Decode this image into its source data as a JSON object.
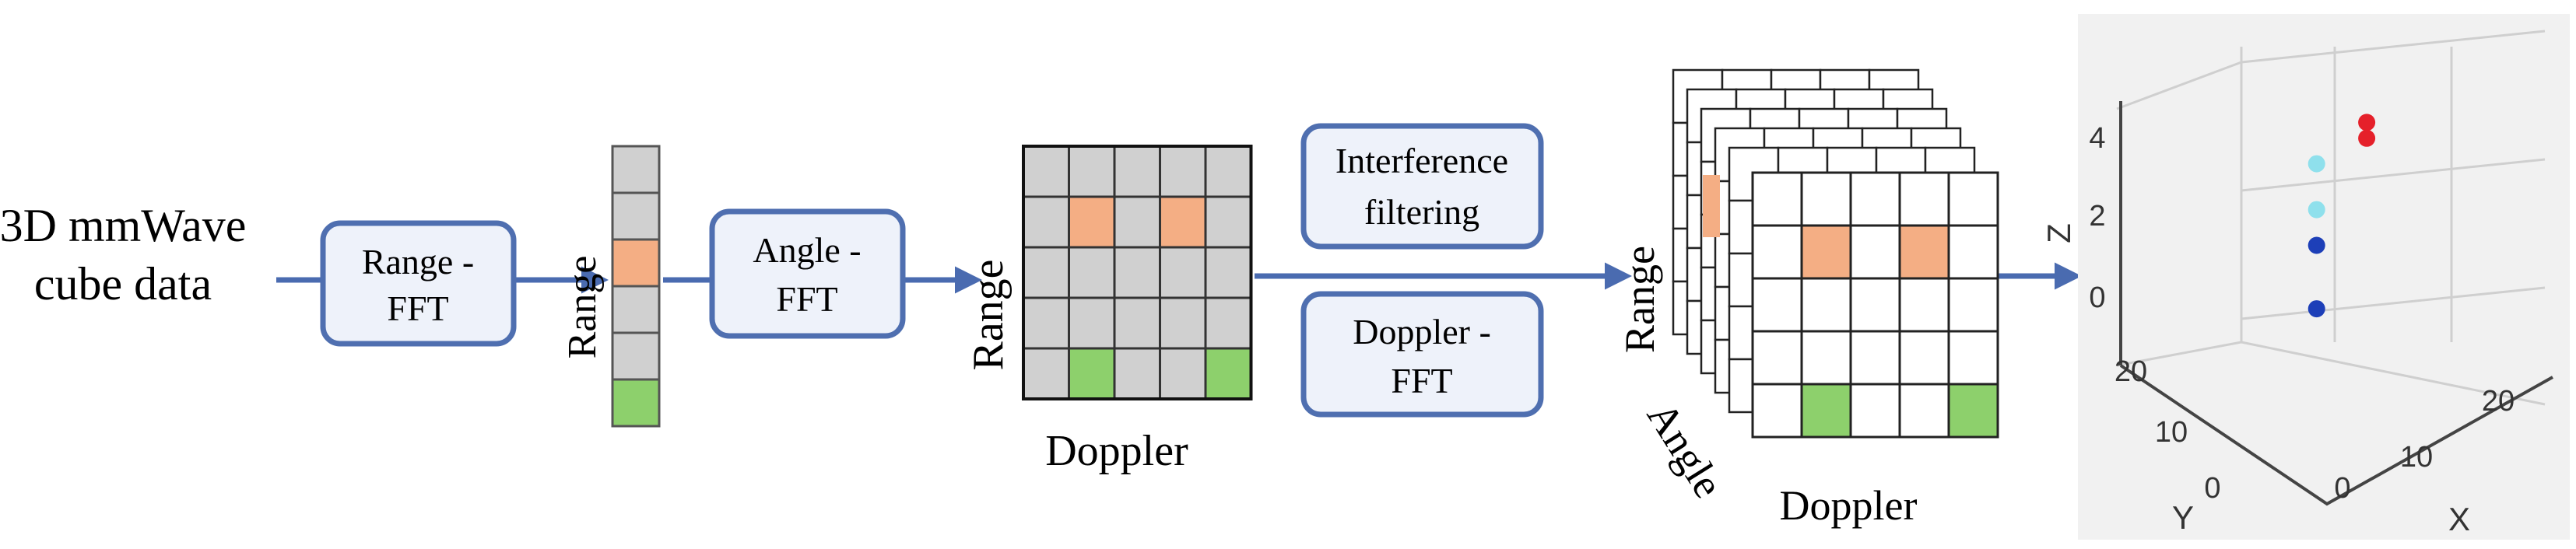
{
  "input": {
    "line1": "3D mmWave",
    "line2": "cube data"
  },
  "steps": {
    "range_fft": {
      "line1": "Range -",
      "line2": "FFT"
    },
    "angle_fft": {
      "line1": "Angle -",
      "line2": "FFT"
    },
    "interference": {
      "line1": "Interference",
      "line2": "filtering"
    },
    "doppler_fft": {
      "line1": "Doppler -",
      "line2": "FFT"
    }
  },
  "range_vector": {
    "label": "Range",
    "cells": [
      "grey",
      "grey",
      "orange",
      "grey",
      "grey",
      "green"
    ]
  },
  "range_doppler_map": {
    "row_label": "Range",
    "col_label": "Doppler",
    "grid": [
      [
        "grey",
        "grey",
        "grey",
        "grey",
        "grey"
      ],
      [
        "grey",
        "orange",
        "grey",
        "orange",
        "grey"
      ],
      [
        "grey",
        "grey",
        "grey",
        "grey",
        "grey"
      ],
      [
        "grey",
        "grey",
        "grey",
        "grey",
        "grey"
      ],
      [
        "grey",
        "green",
        "grey",
        "grey",
        "green"
      ]
    ]
  },
  "data_cube": {
    "row_label": "Range",
    "depth_label": "Angle",
    "col_label": "Doppler",
    "front_grid": [
      [
        "white",
        "white",
        "white",
        "white",
        "white"
      ],
      [
        "white",
        "orange",
        "white",
        "orange",
        "white"
      ],
      [
        "white",
        "white",
        "white",
        "white",
        "white"
      ],
      [
        "white",
        "white",
        "white",
        "white",
        "white"
      ],
      [
        "white",
        "green",
        "white",
        "white",
        "green"
      ]
    ]
  },
  "point_cloud": {
    "z_label": "Z",
    "y_label": "Y",
    "x_label": "X",
    "z_ticks": [
      "4",
      "2",
      "0"
    ],
    "y_ticks": [
      "20",
      "10",
      "0"
    ],
    "x_ticks": [
      "0",
      "10",
      "20"
    ]
  },
  "colors": {
    "box_border": "#4f6fb0",
    "box_fill": "#eef2fa",
    "arrow": "#4a6bb0",
    "cell_grey": "#d0d0d0",
    "cell_orange": "#f4ae84",
    "cell_green": "#8dd06c",
    "cell_white": "#ffffff",
    "point_red": "#e5202a",
    "point_cyan": "#8fe0ec",
    "point_blue": "#1d3fb8"
  },
  "chart_data": {
    "type": "scatter",
    "x": [],
    "y": [],
    "series": [
      {
        "name": "",
        "color": "#e5202a",
        "points": [
          [
            17,
            10,
            4.6
          ],
          [
            17,
            10,
            4.2
          ]
        ]
      },
      {
        "name": "",
        "color": "#8fe0ec",
        "points": [
          [
            9,
            9,
            3.4
          ],
          [
            9,
            9,
            2.4
          ]
        ]
      },
      {
        "name": "",
        "color": "#1d3fb8",
        "points": [
          [
            9,
            9,
            1.5
          ],
          [
            9,
            9,
            -0.1
          ]
        ]
      }
    ],
    "xlabel": "X",
    "ylabel": "Y",
    "zlabel": "Z",
    "xlim": [
      0,
      20
    ],
    "ylim": [
      0,
      20
    ],
    "zlim": [
      -1,
      5
    ],
    "grid": true
  }
}
